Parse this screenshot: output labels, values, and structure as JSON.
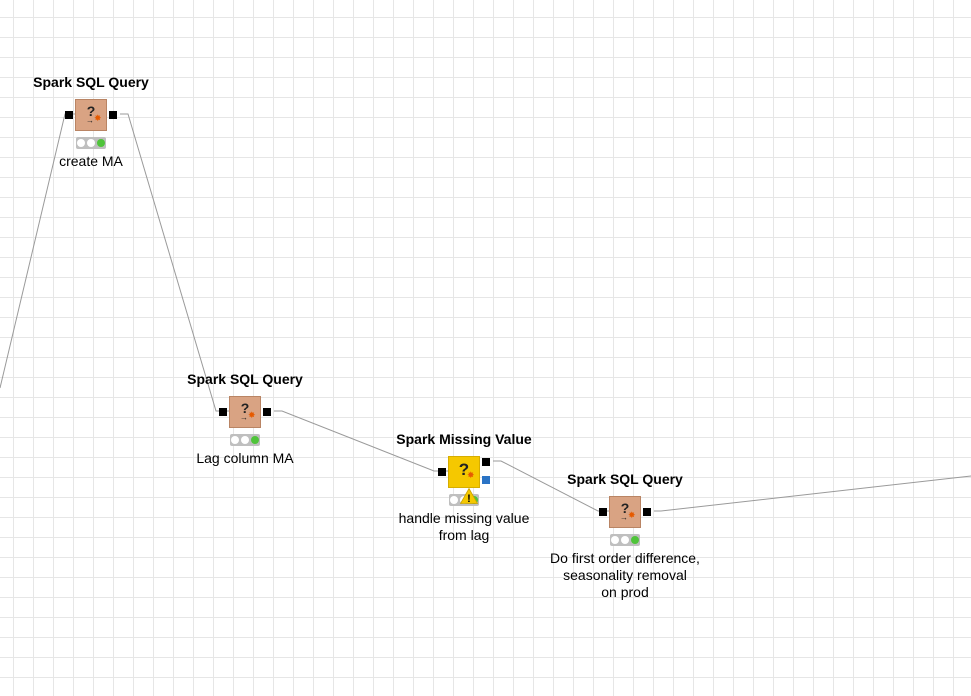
{
  "colors": {
    "sql_node": "#d9a383",
    "missing_value_node": "#f5c800",
    "connection": "#9a9a9a",
    "grid": "#e6e6e6",
    "status_ok": "#4fc43a",
    "warning": "#f5c800",
    "port_blue": "#2a73c5"
  },
  "nodes": [
    {
      "title": "Spark SQL Query",
      "label_lines": [
        "create MA"
      ],
      "icon": "?",
      "icon_name": "spark-sql-icon",
      "status": "executed",
      "warning": false
    },
    {
      "title": "Spark SQL Query",
      "label_lines": [
        "Lag column MA"
      ],
      "icon": "?",
      "icon_name": "spark-sql-icon",
      "status": "executed",
      "warning": false
    },
    {
      "title": "Spark Missing Value",
      "label_lines": [
        "handle missing value",
        "from lag"
      ],
      "icon": "?",
      "icon_name": "spark-missing-value-icon",
      "status": "executed",
      "warning": true
    },
    {
      "title": "Spark SQL Query",
      "label_lines": [
        "Do first order difference,",
        "seasonality removal",
        "on prod"
      ],
      "icon": "?",
      "icon_name": "spark-sql-icon",
      "status": "executed",
      "warning": false
    }
  ],
  "warning_symbol": "!",
  "star_symbol": "✸",
  "arrow_symbol": "→"
}
